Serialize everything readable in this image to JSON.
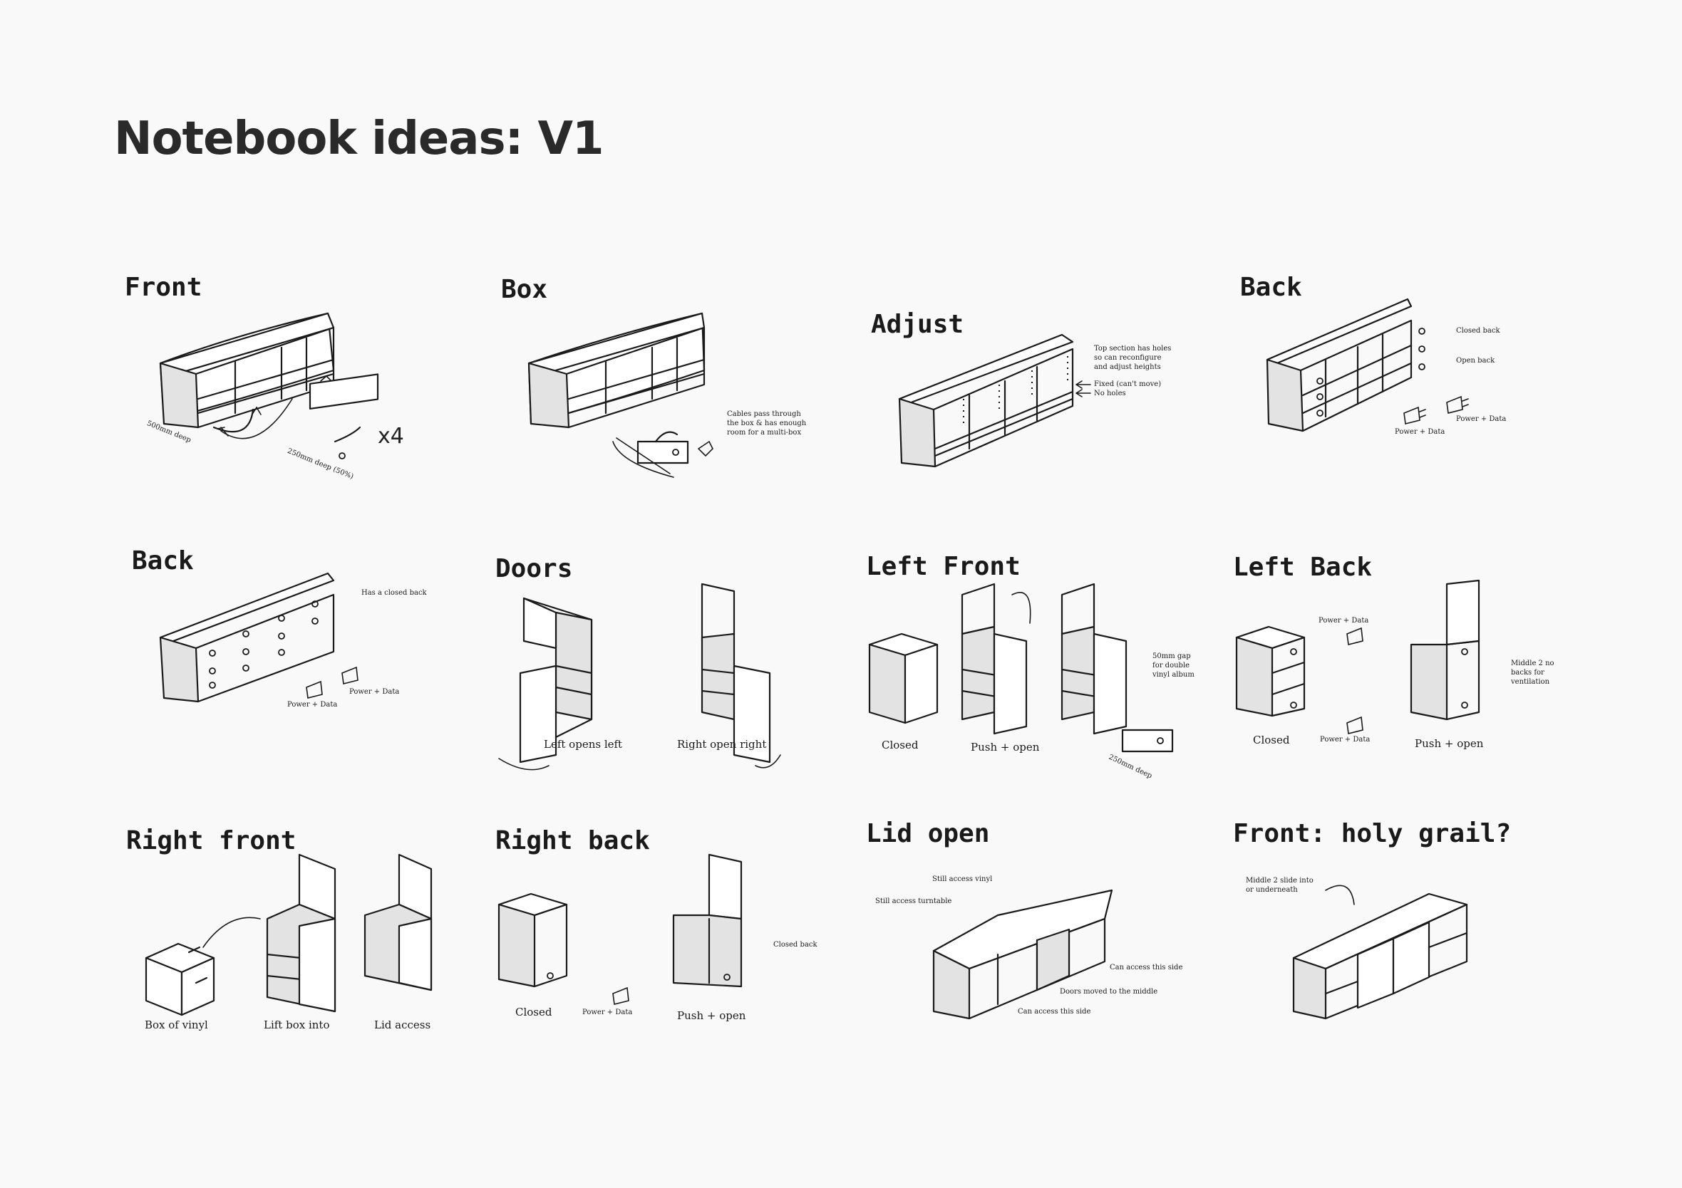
{
  "title": "Notebook ideas: V1",
  "panels": {
    "front": {
      "heading": "Front",
      "notes": [
        "500mm deep",
        "250mm deep (50%)",
        "x4"
      ]
    },
    "box": {
      "heading": "Box",
      "notes": [
        "Cables pass through the box & has enough room for a multi-box"
      ]
    },
    "adjust": {
      "heading": "Adjust",
      "notes": [
        "Top section has holes so can reconfigure and adjust heights",
        "Fixed (can't move)",
        "No holes"
      ]
    },
    "back1": {
      "heading": "Back",
      "notes": [
        "Closed back",
        "Open back",
        "Power + Data",
        "Power + Data"
      ]
    },
    "back2": {
      "heading": "Back",
      "notes": [
        "Has a closed back",
        "Power + Data",
        "Power + Data"
      ]
    },
    "doors": {
      "heading": "Doors",
      "captions": [
        "Left opens left",
        "Right open right"
      ]
    },
    "left_front": {
      "heading": "Left Front",
      "captions": [
        "Closed",
        "Push + open"
      ],
      "notes": [
        "50mm gap for double vinyl album",
        "250mm deep"
      ]
    },
    "left_back": {
      "heading": "Left Back",
      "captions": [
        "Closed",
        "Push + open"
      ],
      "notes": [
        "Power + Data",
        "Power + Data",
        "Middle 2 no backs for ventilation"
      ]
    },
    "right_front": {
      "heading": "Right front",
      "captions": [
        "Box of vinyl",
        "Lift box into",
        "Lid access"
      ]
    },
    "right_back": {
      "heading": "Right back",
      "captions": [
        "Closed",
        "Push + open"
      ],
      "notes": [
        "Power + Data",
        "Closed back"
      ]
    },
    "lid_open": {
      "heading": "Lid open",
      "notes": [
        "Still access vinyl",
        "Still access turntable",
        "Can access this side",
        "Doors moved to the middle",
        "Can access this side"
      ]
    },
    "holy_grail": {
      "heading": "Front: holy grail?",
      "notes": [
        "Middle 2 slide into or underneath"
      ]
    }
  },
  "icons": [
    "arrow-icon",
    "plug-icon",
    "cable-icon",
    "hand-icon"
  ]
}
